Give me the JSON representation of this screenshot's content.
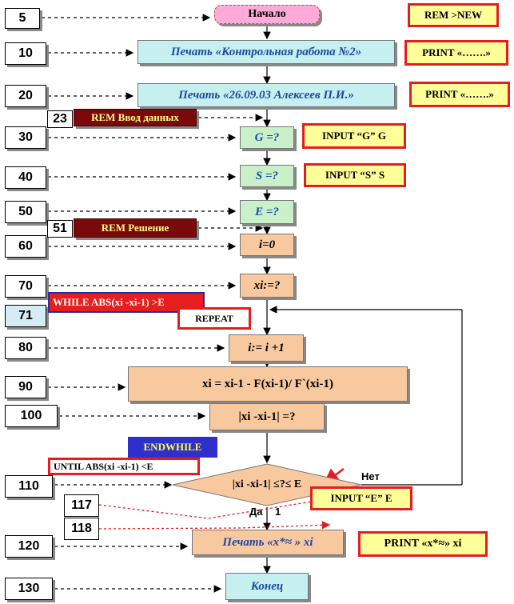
{
  "line_numbers": [
    "5",
    "10",
    "20",
    "23",
    "30",
    "40",
    "50",
    "51",
    "60",
    "70",
    "71",
    "80",
    "90",
    "100",
    "110",
    "117",
    "118",
    "120",
    "130"
  ],
  "blocks": {
    "start": "Начало",
    "print_title": "Печать «Контрольная работа №2»",
    "print_date": "Печать «26.09.03    Алексеев П.И.»",
    "input_g": "G =?",
    "input_s": "S =?",
    "input_e": "E =?",
    "init_i": "i=0",
    "input_x": "xi:=?",
    "incr_i": "i:= i +1",
    "formula": "xi = xi-1 -  F(xi-1)/ F`(xi-1)",
    "print_diff": "|xi -xi-1| =?",
    "condition": "|xi -xi-1| ≤?≤ E",
    "print_result": "Печать «x*≈ » xi",
    "end": "Конец"
  },
  "commands": {
    "rem_new": "REM >NEW",
    "print1": "PRINT «…….»",
    "print2": "PRINT «…….»",
    "rem_input": "REM Ввод данных",
    "input_g": "INPUT “G” G",
    "input_s": "INPUT “S” S",
    "rem_solve": "REM Решение",
    "while": "WHILE  ABS(xi -xi-1) >E",
    "repeat": "REPEAT",
    "endwhile": "ENDWHILE",
    "until": "UNTIL ABS(xi -xi-1) <E",
    "input_e": "INPUT “E” E",
    "print_result": "PRINT «x*≈» xi"
  },
  "branch_labels": {
    "no": "Нет",
    "yes": "Да",
    "one": "1"
  },
  "colors": {
    "cyan": "#c5f0ef",
    "green": "#c9f0c9",
    "peach": "#f8c89e",
    "pink": "#ffaad8",
    "yellow": "#ffff9a",
    "red": "#e41e1e",
    "darkred": "#7a0a0a",
    "blue": "#2f2fcc"
  }
}
